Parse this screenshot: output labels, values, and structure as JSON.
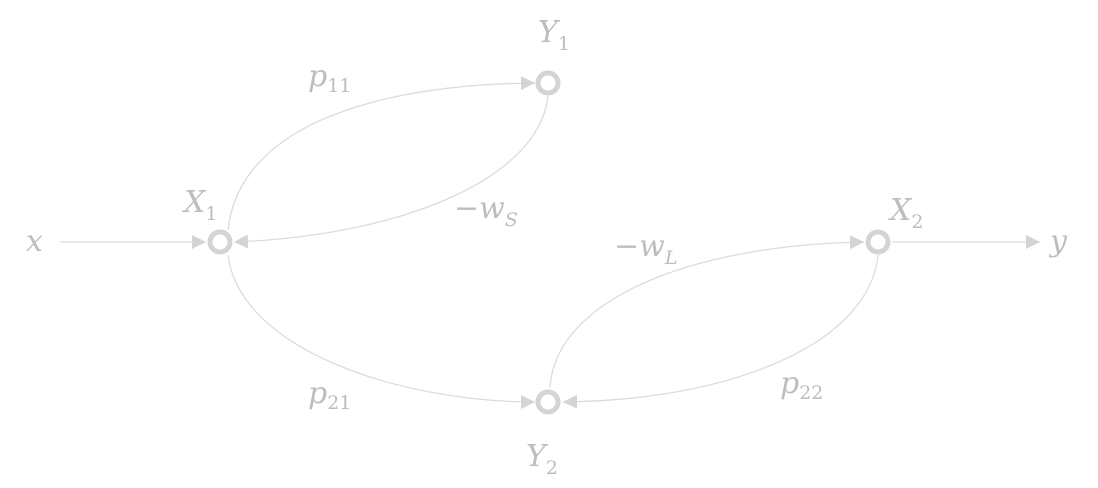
{
  "diagram": {
    "type": "signal-flow-graph",
    "colors": {
      "edge": "#dcdcdc",
      "node": "#d4d4d4",
      "text": "#bdbdbd",
      "background": "#ffffff"
    },
    "nodes": {
      "input": {
        "label": "x"
      },
      "X1": {
        "label": "X",
        "sub": "1"
      },
      "Y1": {
        "label": "Y",
        "sub": "1"
      },
      "X2": {
        "label": "X",
        "sub": "2"
      },
      "Y2": {
        "label": "Y",
        "sub": "2"
      },
      "output": {
        "label": "y"
      }
    },
    "edges": {
      "x_to_X1": {
        "from": "x",
        "to": "X1",
        "gain": ""
      },
      "X1_to_Y1": {
        "from": "X1",
        "to": "Y1",
        "gain": "p",
        "sub": "11"
      },
      "Y1_to_X1": {
        "from": "Y1",
        "to": "X1",
        "gain": "−w",
        "sub": "S"
      },
      "X1_to_Y2": {
        "from": "X1",
        "to": "Y2",
        "gain": "p",
        "sub": "21"
      },
      "Y2_to_X2": {
        "from": "Y2",
        "to": "X2",
        "gain": "−w",
        "sub": "L"
      },
      "X2_to_Y2": {
        "from": "X2",
        "to": "Y2",
        "gain": "p",
        "sub": "22"
      },
      "X2_to_y": {
        "from": "X2",
        "to": "y",
        "gain": ""
      }
    }
  }
}
